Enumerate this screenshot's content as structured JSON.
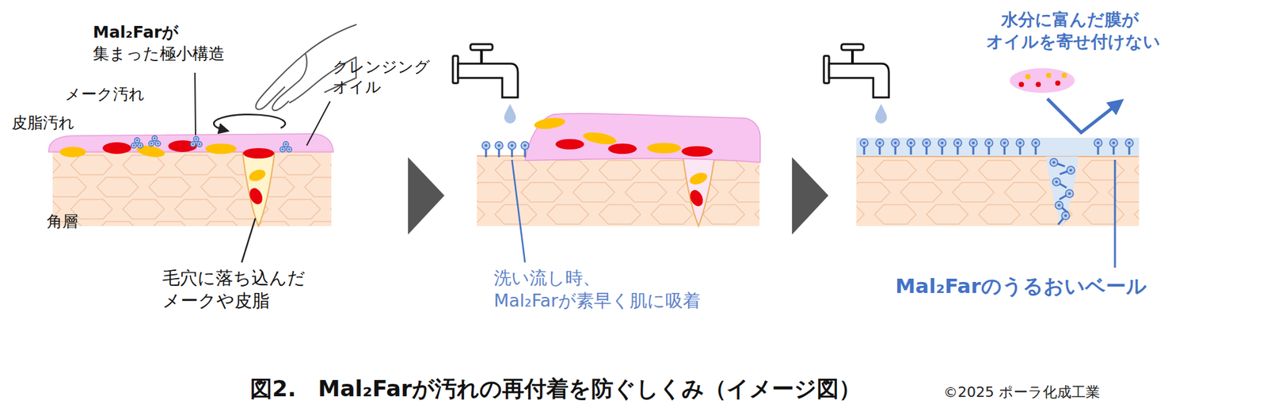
{
  "diagram": {
    "caption": "図2.　Mal₂Farが汚れの再付着を防ぐしくみ（イメージ図）",
    "labels": [
      "Mal₂Farが 集まった極小構造",
      "メーク汚れ",
      "皮脂汚れ",
      "クレンジング オイル",
      "角層",
      "毛穴に落ち込んだ メークや皮脂",
      "洗い流し時、 Mal₂Farが素早く肌に吸着",
      "水分に富んだ膜が オイルを寄せ付けない",
      "Mal₂Farのうるおいベール",
      "©2025 ポーラ化成工業"
    ]
  }
}
